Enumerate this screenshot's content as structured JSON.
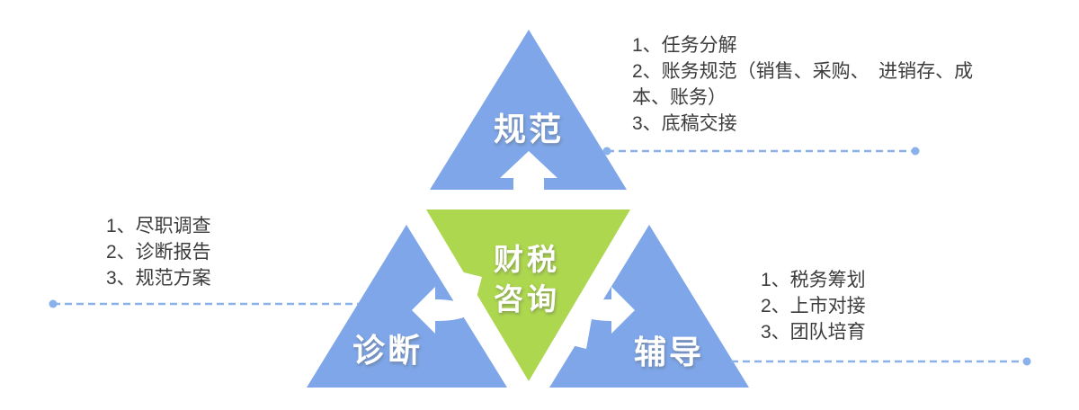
{
  "colors": {
    "background": "#FFFFFF",
    "triangle_blue": "#7EA6E8",
    "triangle_green": "#ACD74E",
    "connector_blue": "#8AB1EA",
    "arrow_white": "#FFFFFF",
    "label_white": "#FFFFFF",
    "annotation_text": "#3D3D3D"
  },
  "center": {
    "line1": "财税",
    "line2": "咨询"
  },
  "nodes": {
    "top": {
      "label": "规范"
    },
    "left": {
      "label": "诊断"
    },
    "right": {
      "label": "辅导"
    }
  },
  "annotations": {
    "top_right": {
      "lines": [
        "1、任务分解",
        "2、账务规范（销售、采购、　进销存、成",
        "本、账务）",
        "3、底稿交接"
      ]
    },
    "left": {
      "lines": [
        "1、尽职调查",
        "2、诊断报告",
        "3、规范方案"
      ]
    },
    "bottom_right": {
      "lines": [
        "1、税务筹划",
        "2、上市对接",
        "3、团队培育"
      ]
    }
  }
}
